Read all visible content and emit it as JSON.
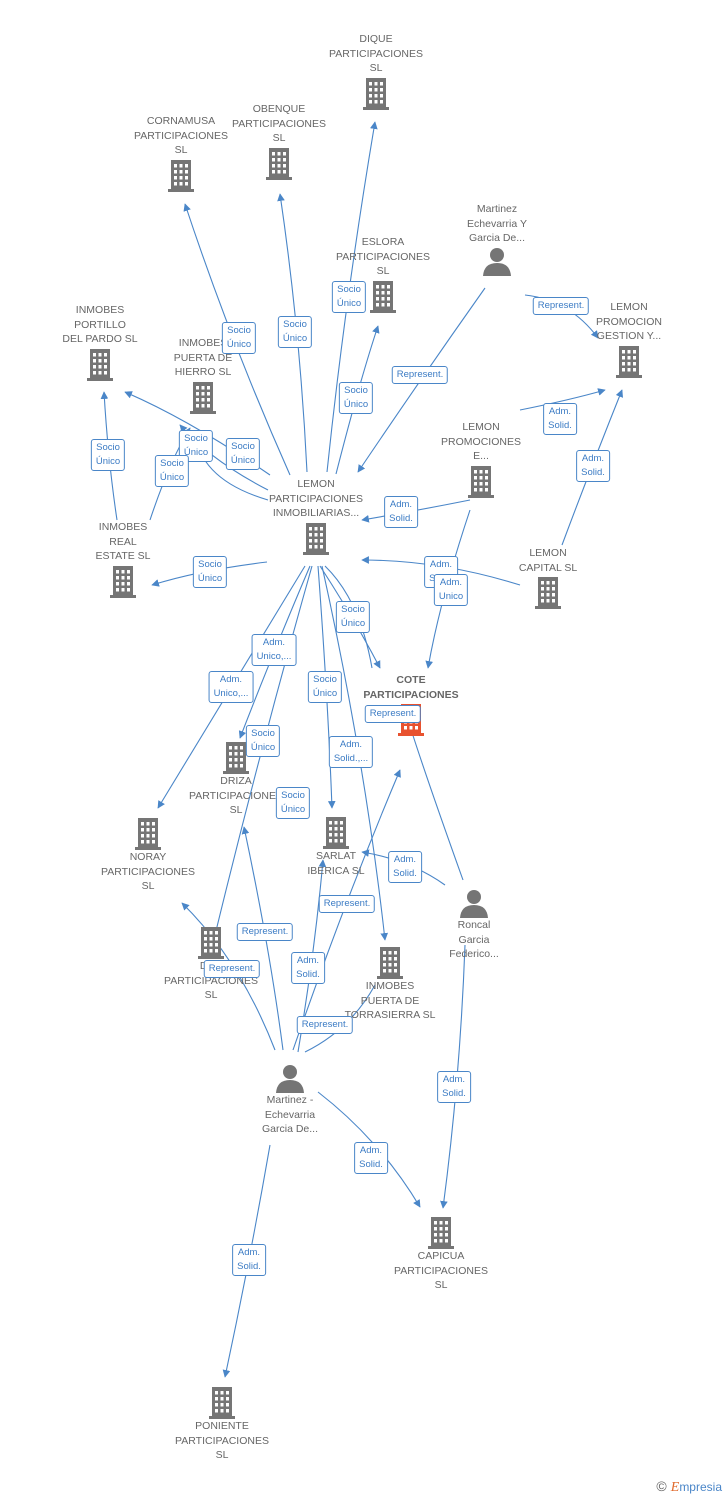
{
  "colors": {
    "edge": "#4a86c8",
    "node": "#757575",
    "focus": "#e8522f"
  },
  "nodes": [
    {
      "id": "dique",
      "kind": "company",
      "label": "DIQUE\nPARTICIPACIONES\nSL"
    },
    {
      "id": "cornamusa",
      "kind": "company",
      "label": "CORNAMUSA\nPARTICIPACIONES\nSL"
    },
    {
      "id": "obenque",
      "kind": "company",
      "label": "OBENQUE\nPARTICIPACIONES\nSL"
    },
    {
      "id": "eslora",
      "kind": "company",
      "label": "ESLORA\nPARTICIPACIONES\nSL"
    },
    {
      "id": "mtz_garcia",
      "kind": "person",
      "label": "Martinez\nEchevarria Y\nGarcia De..."
    },
    {
      "id": "lemon_promocion",
      "kind": "company",
      "label": "LEMON\nPROMOCION\nGESTION Y..."
    },
    {
      "id": "portillo",
      "kind": "company",
      "label": "INMOBES\nPORTILLO\nDEL PARDO  SL"
    },
    {
      "id": "puerta_hierro",
      "kind": "company",
      "label": "INMOBES\nPUERTA DE\nHIERRO  SL"
    },
    {
      "id": "lemon_promociones",
      "kind": "company",
      "label": "LEMON\nPROMOCIONES\nE..."
    },
    {
      "id": "lemon_part",
      "kind": "company",
      "label": "LEMON\nPARTICIPACIONES\nINMOBILIARIAS..."
    },
    {
      "id": "real_estate",
      "kind": "company",
      "label": "INMOBES\nREAL\nESTATE  SL"
    },
    {
      "id": "lemon_capital",
      "kind": "company",
      "label": "LEMON\nCAPITAL SL"
    },
    {
      "id": "cote",
      "kind": "focus",
      "label": "COTE\nPARTICIPACIONES"
    },
    {
      "id": "driza",
      "kind": "company",
      "label": "DRIZA\nPARTICIPACIONES\nSL"
    },
    {
      "id": "noray",
      "kind": "company",
      "label": "NORAY\nPARTICIPACIONES\nSL"
    },
    {
      "id": "sarlat",
      "kind": "company",
      "label": "SARLAT\nIBERICA  SL"
    },
    {
      "id": "roncal",
      "kind": "person",
      "label": "Roncal\nGarcia\nFederico..."
    },
    {
      "id": "dar",
      "kind": "company",
      "label": "DAR\nPARTICIPACIONES\nSL"
    },
    {
      "id": "puerta_sierra",
      "kind": "company",
      "label": "INMOBES\nPUERTA DE\nTORRASIERRA  SL"
    },
    {
      "id": "mtz_echevarria",
      "kind": "person",
      "label": "Martinez -\nEchevarria\nGarcia De..."
    },
    {
      "id": "capicua",
      "kind": "company",
      "label": "CAPICUA\nPARTICIPACIONES\nSL"
    },
    {
      "id": "poniente",
      "kind": "company",
      "label": "PONIENTE\nPARTICIPACIONES\nSL"
    }
  ],
  "relations": [
    {
      "id": "r1",
      "label": "Socio\nÚnico"
    },
    {
      "id": "r2",
      "label": "Socio\nÚnico"
    },
    {
      "id": "r3",
      "label": "Socio\nÚnico"
    },
    {
      "id": "r4",
      "label": "Socio\nÚnico"
    },
    {
      "id": "r5",
      "label": "Represent."
    },
    {
      "id": "r6",
      "label": "Represent."
    },
    {
      "id": "r7",
      "label": "Adm.\nSolid."
    },
    {
      "id": "r8",
      "label": "Socio\nÚnico"
    },
    {
      "id": "r9",
      "label": "Socio\nÚnico"
    },
    {
      "id": "r10",
      "label": "Socio\nÚnico"
    },
    {
      "id": "r11",
      "label": "Socio\nÚnico"
    },
    {
      "id": "r12",
      "label": "Adm.\nSolid."
    },
    {
      "id": "r13",
      "label": "Adm.\nSolid."
    },
    {
      "id": "r14",
      "label": "Socio\nÚnico"
    },
    {
      "id": "r15",
      "label": "Adm.\nSolid."
    },
    {
      "id": "r16",
      "label": "Adm.\nUnico"
    },
    {
      "id": "r17",
      "label": "Socio\nÚnico"
    },
    {
      "id": "r18",
      "label": "Adm.\nUnico,..."
    },
    {
      "id": "r19",
      "label": "Adm.\nUnico,..."
    },
    {
      "id": "r20",
      "label": "Socio\nÚnico"
    },
    {
      "id": "r21",
      "label": "Represent."
    },
    {
      "id": "r22",
      "label": "Socio\nÚnico"
    },
    {
      "id": "r23",
      "label": "Adm.\nSolid.,..."
    },
    {
      "id": "r24",
      "label": "Socio\nÚnico"
    },
    {
      "id": "r25",
      "label": "Adm.\nSolid."
    },
    {
      "id": "r26",
      "label": "Represent."
    },
    {
      "id": "r27",
      "label": "Represent."
    },
    {
      "id": "r28",
      "label": "Represent."
    },
    {
      "id": "r29",
      "label": "Adm.\nSolid."
    },
    {
      "id": "r30",
      "label": "Represent."
    },
    {
      "id": "r31",
      "label": "Adm.\nSolid."
    },
    {
      "id": "r32",
      "label": "Adm.\nSolid."
    },
    {
      "id": "r33",
      "label": "Adm.\nSolid."
    }
  ],
  "footer": {
    "copyright": "©",
    "brand_initial": "E",
    "brand_rest": "mpresia"
  }
}
